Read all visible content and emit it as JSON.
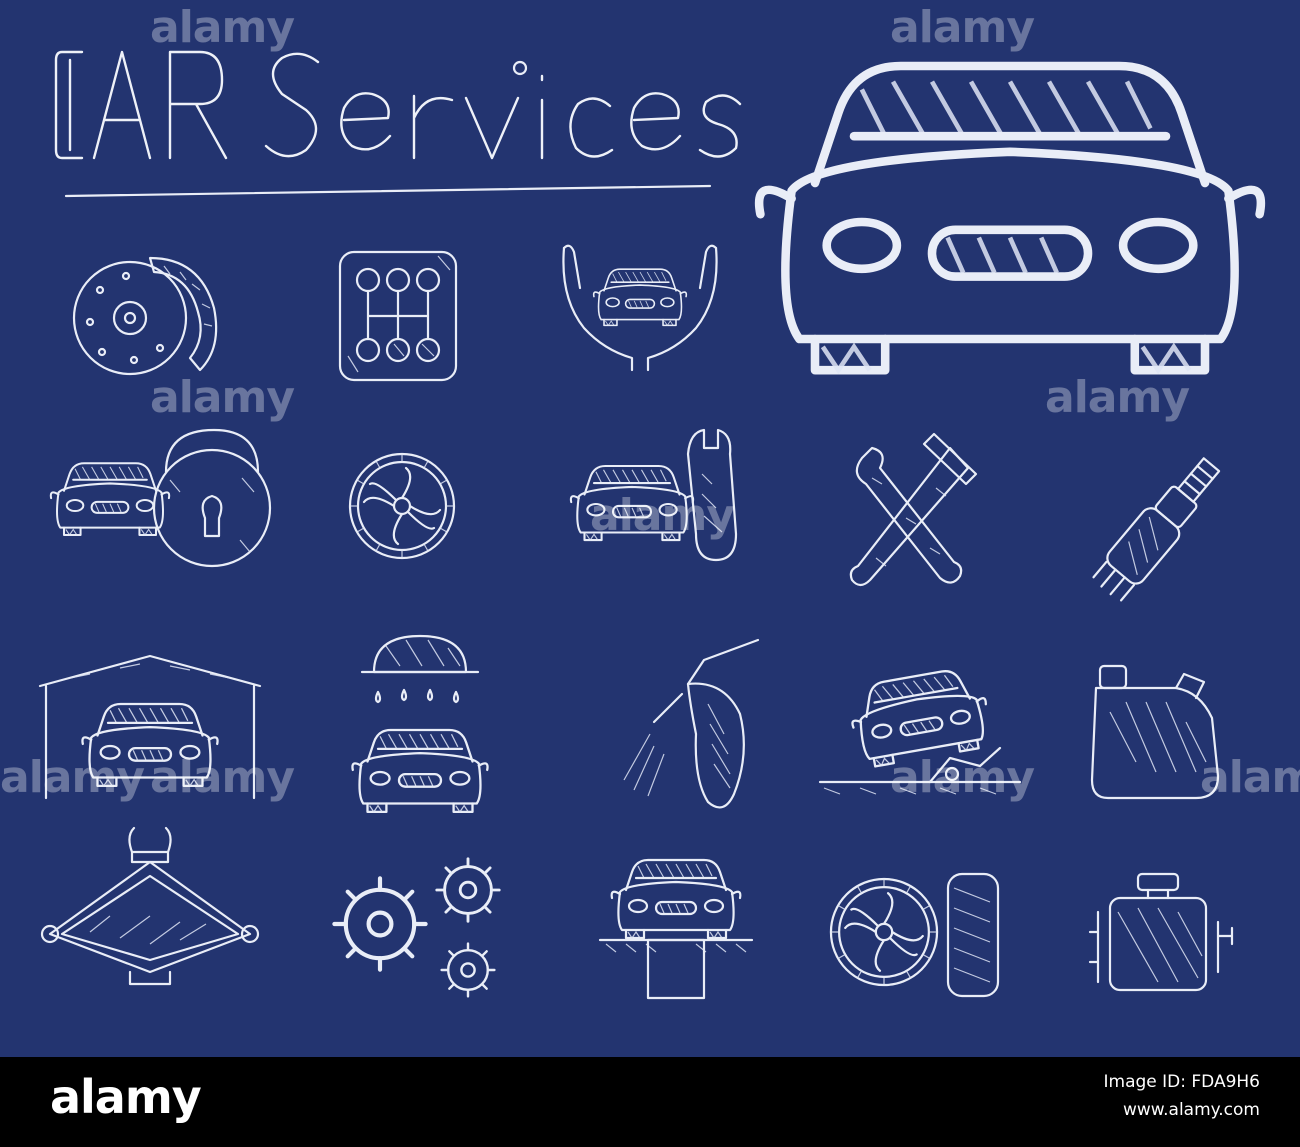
{
  "illustration": {
    "title": "CAR Services",
    "background_color": "#233470",
    "line_color": "#e9edf7",
    "icons": [
      "car-front-large-icon",
      "brake-disc-icon",
      "gearbox-shifter-icon",
      "car-in-hands-icon",
      "car-lock-icon",
      "wheel-rim-icon",
      "car-wrench-icon",
      "crossed-wrench-hammer-icon",
      "spark-plug-icon",
      "car-garage-icon",
      "car-wash-icon",
      "spray-gun-icon",
      "car-lift-jack-icon",
      "oil-canister-icon",
      "scissor-jack-icon",
      "gears-icon",
      "car-on-lift-icon",
      "wheel-and-tire-icon",
      "car-engine-icon"
    ]
  },
  "watermark": {
    "text": "alamy"
  },
  "footer": {
    "logo": "alamy",
    "image_id": "Image ID: FDA9H6",
    "website": "www.alamy.com"
  }
}
